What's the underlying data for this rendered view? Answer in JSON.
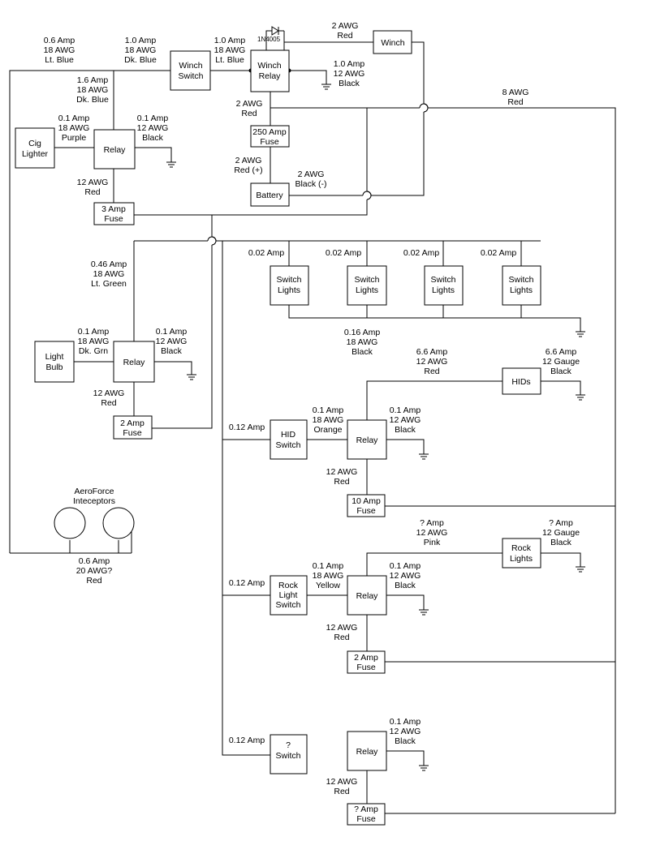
{
  "components": {
    "winch": "Winch",
    "winch_switch": [
      "Winch",
      "Switch"
    ],
    "winch_relay": [
      "Winch",
      "Relay"
    ],
    "cig_lighter": [
      "Cig",
      "Lighter"
    ],
    "relay_cig": "Relay",
    "fuse_250": [
      "250 Amp",
      "Fuse"
    ],
    "battery": "Battery",
    "fuse_3": [
      "3 Amp",
      "Fuse"
    ],
    "switch_lights": [
      [
        "Switch",
        "Lights"
      ],
      [
        "Switch",
        "Lights"
      ],
      [
        "Switch",
        "Lights"
      ],
      [
        "Switch",
        "Lights"
      ]
    ],
    "light_bulb": [
      "Light",
      "Bulb"
    ],
    "relay_bulb": "Relay",
    "fuse_2a": [
      "2 Amp",
      "Fuse"
    ],
    "hids": "HIDs",
    "hid_switch": [
      "HID",
      "Switch"
    ],
    "relay_hid": "Relay",
    "fuse_10": [
      "10 Amp",
      "Fuse"
    ],
    "rock_lights": [
      "Rock",
      "Lights"
    ],
    "rock_light_switch": [
      "Rock",
      "Light",
      "Switch"
    ],
    "relay_rock": "Relay",
    "fuse_2b": [
      "2 Amp",
      "Fuse"
    ],
    "unknown_switch": [
      "?",
      "Switch"
    ],
    "relay_unknown": "Relay",
    "fuse_unknown": [
      "? Amp",
      "Fuse"
    ],
    "interceptors_title": [
      "AeroForce",
      "Inteceptors"
    ],
    "diode": "1N4005"
  },
  "labels": {
    "top_left": [
      "0.6 Amp",
      "18 AWG",
      "Lt. Blue"
    ],
    "top_mid": [
      "1.0 Amp",
      "18 AWG",
      "Dk. Blue"
    ],
    "top_right": [
      "1.0 Amp",
      "18 AWG",
      "Lt. Blue"
    ],
    "winch_red": [
      "2 AWG",
      "Red"
    ],
    "relay_black": [
      "1.0 Amp",
      "12 AWG",
      "Black"
    ],
    "cig_branch": [
      "1.6 Amp",
      "18 AWG",
      "Dk. Blue"
    ],
    "red_2awg": [
      "2 AWG",
      "Red"
    ],
    "main_red": [
      "8 AWG",
      "Red"
    ],
    "cig_purple": [
      "0.1 Amp",
      "18 AWG",
      "Purple"
    ],
    "cig_black": [
      "0.1 Amp",
      "12 AWG",
      "Black"
    ],
    "battery_pos": [
      "2 AWG",
      "Red (+)"
    ],
    "battery_neg": [
      "2 AWG",
      "Black (-)"
    ],
    "cig_red": [
      "12 AWG",
      "Red"
    ],
    "sw_amps": [
      "0.02 Amp",
      "0.02 Amp",
      "0.02 Amp",
      "0.02 Amp"
    ],
    "sw_black": [
      "0.16 Amp",
      "18 AWG",
      "Black"
    ],
    "green": [
      "0.46 Amp",
      "18 AWG",
      "Lt. Green"
    ],
    "bulb_dkgrn": [
      "0.1 Amp",
      "18 AWG",
      "Dk. Grn"
    ],
    "bulb_black": [
      "0.1 Amp",
      "12 AWG",
      "Black"
    ],
    "bulb_red": [
      "12 AWG",
      "Red"
    ],
    "hid_red": [
      "6.6 Amp",
      "12 AWG",
      "Red"
    ],
    "hid_black": [
      "6.6 Amp",
      "12 Gauge",
      "Black"
    ],
    "hid_sw_amp": "0.12 Amp",
    "hid_orange": [
      "0.1 Amp",
      "18 AWG",
      "Orange"
    ],
    "hid_relay_black": [
      "0.1 Amp",
      "12 AWG",
      "Black"
    ],
    "hid_fuse_red": [
      "12 AWG",
      "Red"
    ],
    "rock_pink": [
      "? Amp",
      "12 AWG",
      "Pink"
    ],
    "rock_black": [
      "? Amp",
      "12 Gauge",
      "Black"
    ],
    "rock_sw_amp": "0.12 Amp",
    "rock_yellow": [
      "0.1 Amp",
      "18 AWG",
      "Yellow"
    ],
    "rock_relay_black": [
      "0.1 Amp",
      "12 AWG",
      "Black"
    ],
    "rock_fuse_red": [
      "12 AWG",
      "Red"
    ],
    "unk_sw_amp": "0.12 Amp",
    "unk_relay_black": [
      "0.1 Amp",
      "12 AWG",
      "Black"
    ],
    "unk_fuse_red": [
      "12 AWG",
      "Red"
    ],
    "interceptor_wire": [
      "0.6 Amp",
      "20 AWG?",
      "Red"
    ]
  }
}
